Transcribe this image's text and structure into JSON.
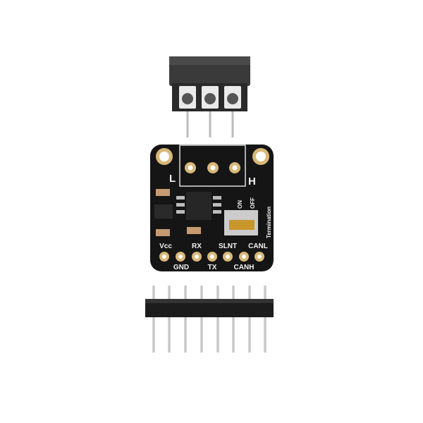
{
  "board": {
    "labels": {
      "left": "L",
      "right": "H",
      "on": "ON",
      "off": "OFF",
      "termination": "Termination"
    },
    "pins_top": [
      "Vcc",
      "RX",
      "SLNT",
      "CANL"
    ],
    "pins_bottom": [
      "GND",
      "TX",
      "CANH"
    ]
  },
  "colors": {
    "pcb": "#151515",
    "gold": "#d8b878",
    "switch": "#c8962a"
  }
}
